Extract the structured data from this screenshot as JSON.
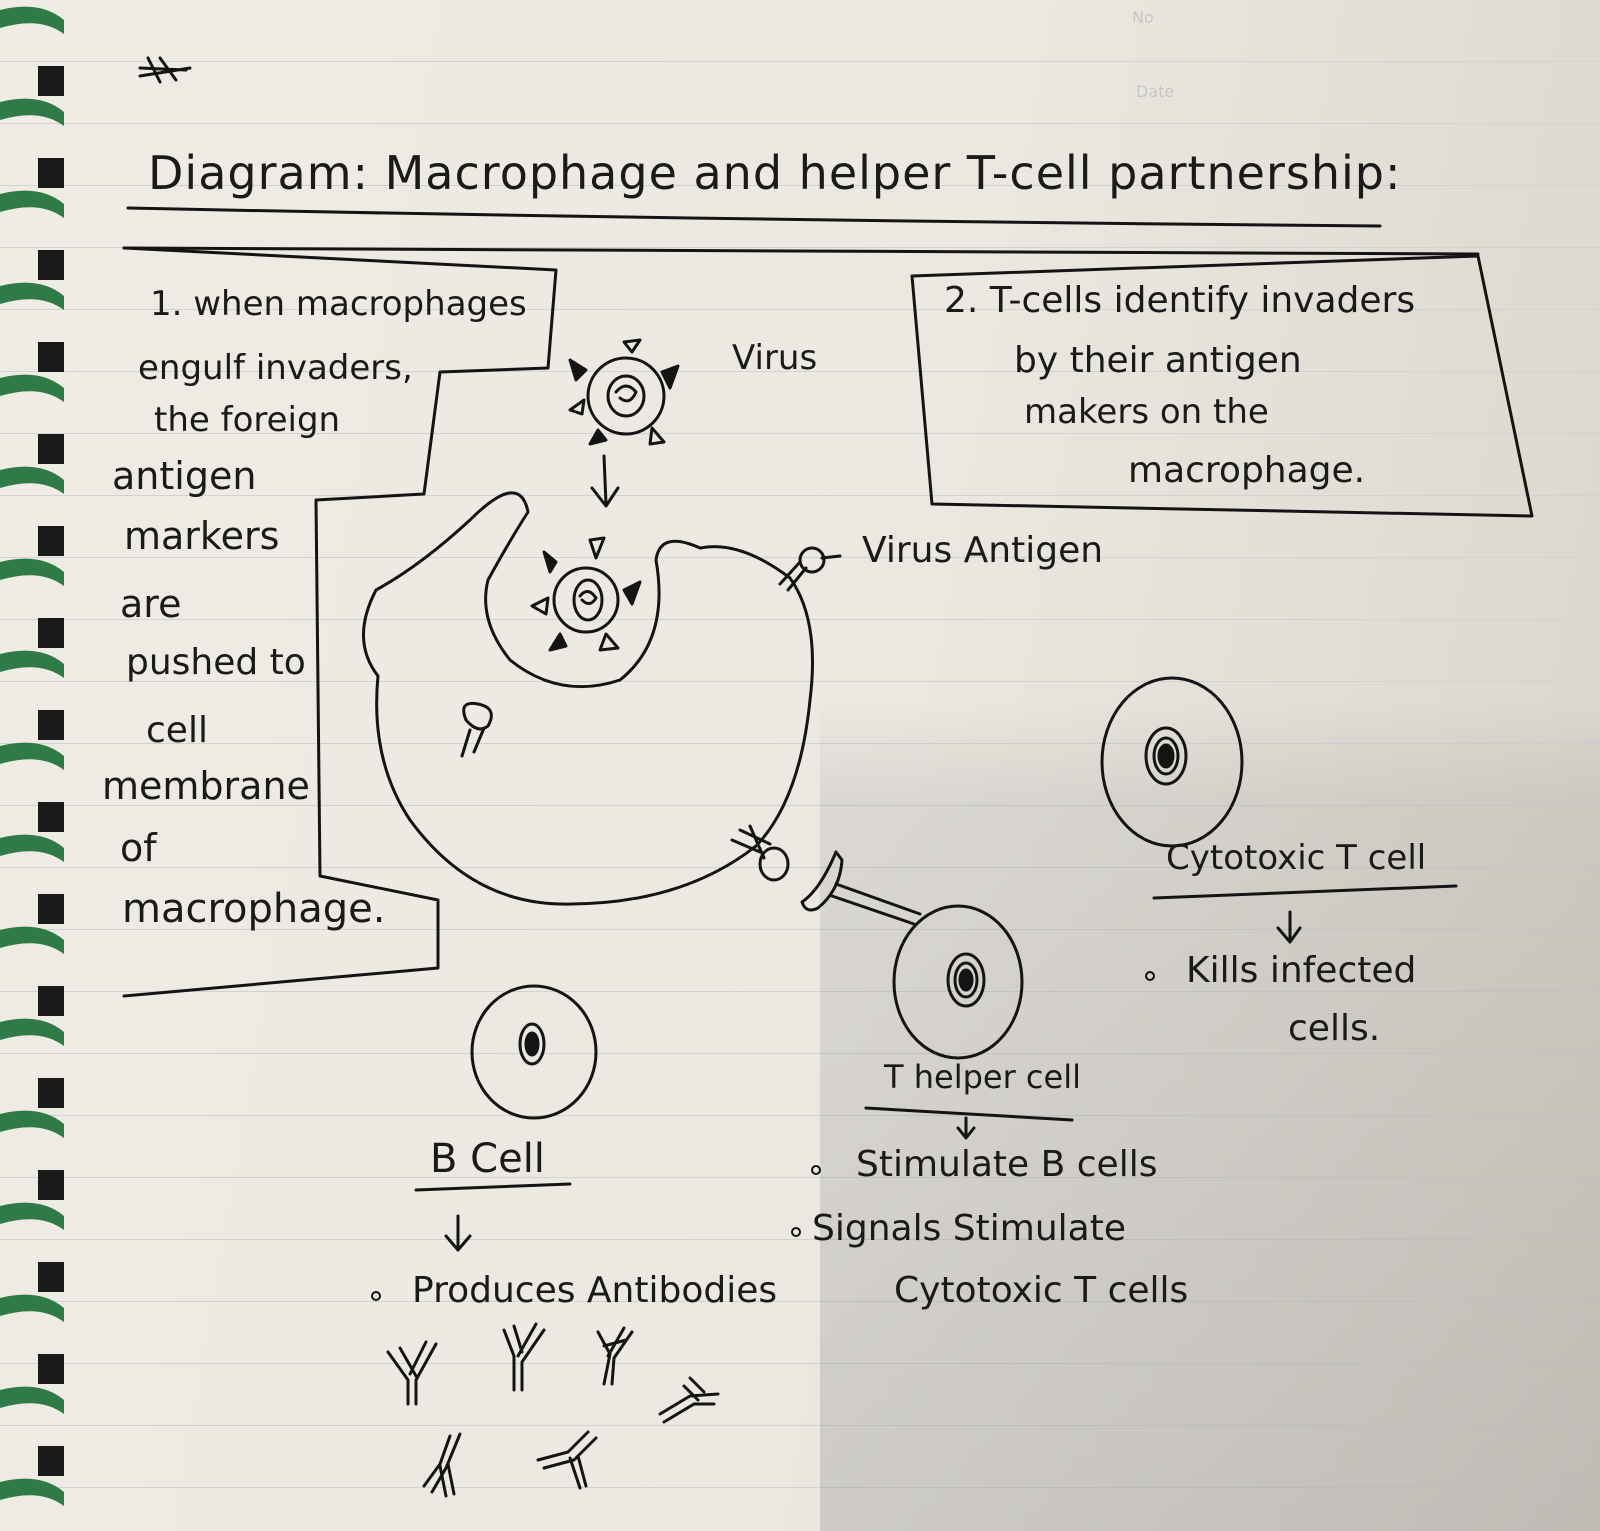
{
  "header": {
    "no_label": "No",
    "date_label": "Date",
    "title": "Diagram: Macrophage and helper T-cell partnership:"
  },
  "box1": {
    "lines": [
      "1. when macrophages",
      "engulf invaders,",
      "the foreign",
      "antigen",
      "markers",
      "are",
      "pushed to",
      "cell",
      "membrane",
      "of",
      "macrophage."
    ]
  },
  "box2": {
    "lines": [
      "2. T-cells identify invaders",
      "by their antigen",
      "makers on the",
      "macrophage."
    ]
  },
  "labels": {
    "virus": "Virus",
    "virus_antigen": "Virus Antigen",
    "cytotoxic_t_cell": "Cytotoxic T cell",
    "cytotoxic_bullet": "Kills infected",
    "cytotoxic_bullet_cont": "cells.",
    "t_helper_cell": "T helper cell",
    "t_helper_bullet_1": "Stimulate B cells",
    "t_helper_bullet_2": "Signals Stimulate",
    "t_helper_bullet_2_cont": "Cytotoxic T cells",
    "b_cell": "B Cell",
    "b_cell_bullet": "Produces Antibodies"
  },
  "colors": {
    "ink": "#141414",
    "paper": "#ebe8e1",
    "spiral": "#2f7a45"
  }
}
